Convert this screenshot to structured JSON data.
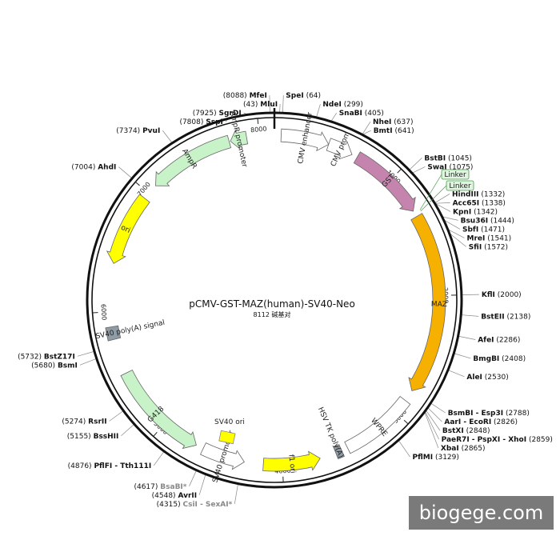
{
  "plasmid": {
    "name": "pCMV-GST-MAZ(human)-SV40-Neo",
    "size_label": "8112 碱基对",
    "length": 8112
  },
  "watermark": "biogege.com",
  "ticks": [
    {
      "label": "1000",
      "pos": 1000
    },
    {
      "label": "2000",
      "pos": 2000
    },
    {
      "label": "3000",
      "pos": 3000
    },
    {
      "label": "4000",
      "pos": 4000
    },
    {
      "label": "5000",
      "pos": 5000
    },
    {
      "label": "6000",
      "pos": 6000
    },
    {
      "label": "7000",
      "pos": 7000
    },
    {
      "label": "8000",
      "pos": 8000
    }
  ],
  "features": [
    {
      "name": "CMV enhancer",
      "start": 60,
      "end": 440,
      "color": "#ffffff",
      "dir": "cw",
      "type": "arrow"
    },
    {
      "name": "CMV prom",
      "start": 440,
      "end": 640,
      "color": "#ffffff",
      "dir": "cw",
      "type": "arrow"
    },
    {
      "name": "GST",
      "start": 685,
      "end": 1300,
      "color": "#c484ad",
      "dir": "cw",
      "type": "arrow"
    },
    {
      "name": "MAZ",
      "start": 1350,
      "end": 2788,
      "color": "#f6b100",
      "dir": "cw",
      "type": "arrow"
    },
    {
      "name": "WPRE",
      "start": 2880,
      "end": 3470,
      "color": "#ffffff",
      "dir": "none",
      "type": "box"
    },
    {
      "name": "HSV TK poly(A)",
      "start": 3520,
      "end": 3570,
      "color": "#8f9ba5",
      "dir": "none",
      "type": "box"
    },
    {
      "name": "f1 ori",
      "start": 3700,
      "end": 4150,
      "color": "#ffff00",
      "dir": "ccw",
      "type": "arrow"
    },
    {
      "name": "SV40 promoter",
      "start": 4300,
      "end": 4640,
      "color": "#ffffff",
      "dir": "ccw",
      "type": "arrow"
    },
    {
      "name": "G418",
      "start": 4700,
      "end": 5500,
      "color": "#c8f2c8",
      "dir": "ccw",
      "type": "arrow"
    },
    {
      "name": "SV40 poly(A) signal",
      "start": 5780,
      "end": 5880,
      "color": "#8f9ba5",
      "dir": "none",
      "type": "box"
    },
    {
      "name": "ori",
      "start": 6380,
      "end": 6950,
      "color": "#ffff00",
      "dir": "ccw",
      "type": "arrow"
    },
    {
      "name": "AmpR",
      "start": 7080,
      "end": 7760,
      "color": "#c8f2c8",
      "dir": "ccw",
      "type": "arrow"
    },
    {
      "name": "AmpR promoter",
      "start": 7770,
      "end": 7900,
      "color": "#c8f2c8",
      "dir": "ccw",
      "type": "arrow"
    }
  ],
  "linkers": [
    {
      "label": "Linker"
    },
    {
      "label": "Linker"
    }
  ],
  "sv40_ori": {
    "label": "SV40 ori",
    "color": "#ffff00"
  },
  "sites": [
    {
      "pos": 43,
      "name": "MluI",
      "num": "(43)",
      "side": "L"
    },
    {
      "pos": 64,
      "name": "SpeI",
      "num": "(64)",
      "side": "R"
    },
    {
      "pos": 299,
      "name": "NdeI",
      "num": "(299)",
      "side": "R"
    },
    {
      "pos": 405,
      "name": "SnaBI",
      "num": "(405)",
      "side": "R"
    },
    {
      "pos": 637,
      "name": "NheI",
      "num": "(637)",
      "side": "R"
    },
    {
      "pos": 641,
      "name": "BmtI",
      "num": "(641)",
      "side": "R"
    },
    {
      "pos": 1045,
      "name": "BstBI",
      "num": "(1045)",
      "side": "R"
    },
    {
      "pos": 1075,
      "name": "SwaI",
      "num": "(1075)",
      "side": "R"
    },
    {
      "pos": 1332,
      "name": "HindIII",
      "num": "(1332)",
      "side": "R"
    },
    {
      "pos": 1338,
      "name": "Acc65I",
      "num": "(1338)",
      "side": "R"
    },
    {
      "pos": 1342,
      "name": "KpnI",
      "num": "(1342)",
      "side": "R"
    },
    {
      "pos": 1444,
      "name": "Bsu36I",
      "num": "(1444)",
      "side": "R"
    },
    {
      "pos": 1471,
      "name": "SbfI",
      "num": "(1471)",
      "side": "R"
    },
    {
      "pos": 1541,
      "name": "MreI",
      "num": "(1541)",
      "side": "R"
    },
    {
      "pos": 1572,
      "name": "SfiI",
      "num": "(1572)",
      "side": "R"
    },
    {
      "pos": 2000,
      "name": "KflI",
      "num": "(2000)",
      "side": "R"
    },
    {
      "pos": 2138,
      "name": "BstEII",
      "num": "(2138)",
      "side": "R"
    },
    {
      "pos": 2286,
      "name": "AfeI",
      "num": "(2286)",
      "side": "R"
    },
    {
      "pos": 2408,
      "name": "BmgBI",
      "num": "(2408)",
      "side": "R"
    },
    {
      "pos": 2530,
      "name": "AleI",
      "num": "(2530)",
      "side": "R"
    },
    {
      "pos": 2788,
      "name": "BsmBI - Esp3I",
      "num": "(2788)",
      "side": "R"
    },
    {
      "pos": 2826,
      "name": "AarI - EcoRI",
      "num": "(2826)",
      "side": "R"
    },
    {
      "pos": 2848,
      "name": "BstXI",
      "num": "(2848)",
      "side": "R"
    },
    {
      "pos": 2859,
      "name": "PaeR7I - PspXI - XhoI",
      "num": "(2859)",
      "side": "R"
    },
    {
      "pos": 2865,
      "name": "XbaI",
      "num": "(2865)",
      "side": "R"
    },
    {
      "pos": 3129,
      "name": "PflMI",
      "num": "(3129)",
      "side": "R"
    },
    {
      "pos": 4315,
      "name": "CsiI - SexAI*",
      "num": "(4315)",
      "side": "L"
    },
    {
      "pos": 4548,
      "name": "AvrII",
      "num": "(4548)",
      "side": "L"
    },
    {
      "pos": 4617,
      "name": "BsaBI*",
      "num": "(4617)",
      "side": "L"
    },
    {
      "pos": 4876,
      "name": "PflFI - Tth111I",
      "num": "(4876)",
      "side": "L"
    },
    {
      "pos": 5155,
      "name": "BssHII",
      "num": "(5155)",
      "side": "L"
    },
    {
      "pos": 5274,
      "name": "RsrII",
      "num": "(5274)",
      "side": "L"
    },
    {
      "pos": 5680,
      "name": "BsmI",
      "num": "(5680)",
      "side": "L"
    },
    {
      "pos": 5732,
      "name": "BstZ17I",
      "num": "(5732)",
      "side": "L"
    },
    {
      "pos": 7004,
      "name": "AhdI",
      "num": "(7004)",
      "side": "L"
    },
    {
      "pos": 7374,
      "name": "PvuI",
      "num": "(7374)",
      "side": "L"
    },
    {
      "pos": 7808,
      "name": "SspI",
      "num": "(7808)",
      "side": "L"
    },
    {
      "pos": 7925,
      "name": "SgrDI",
      "num": "(7925)",
      "side": "L"
    },
    {
      "pos": 8088,
      "name": "MfeI",
      "num": "(8088)",
      "side": "L"
    }
  ]
}
